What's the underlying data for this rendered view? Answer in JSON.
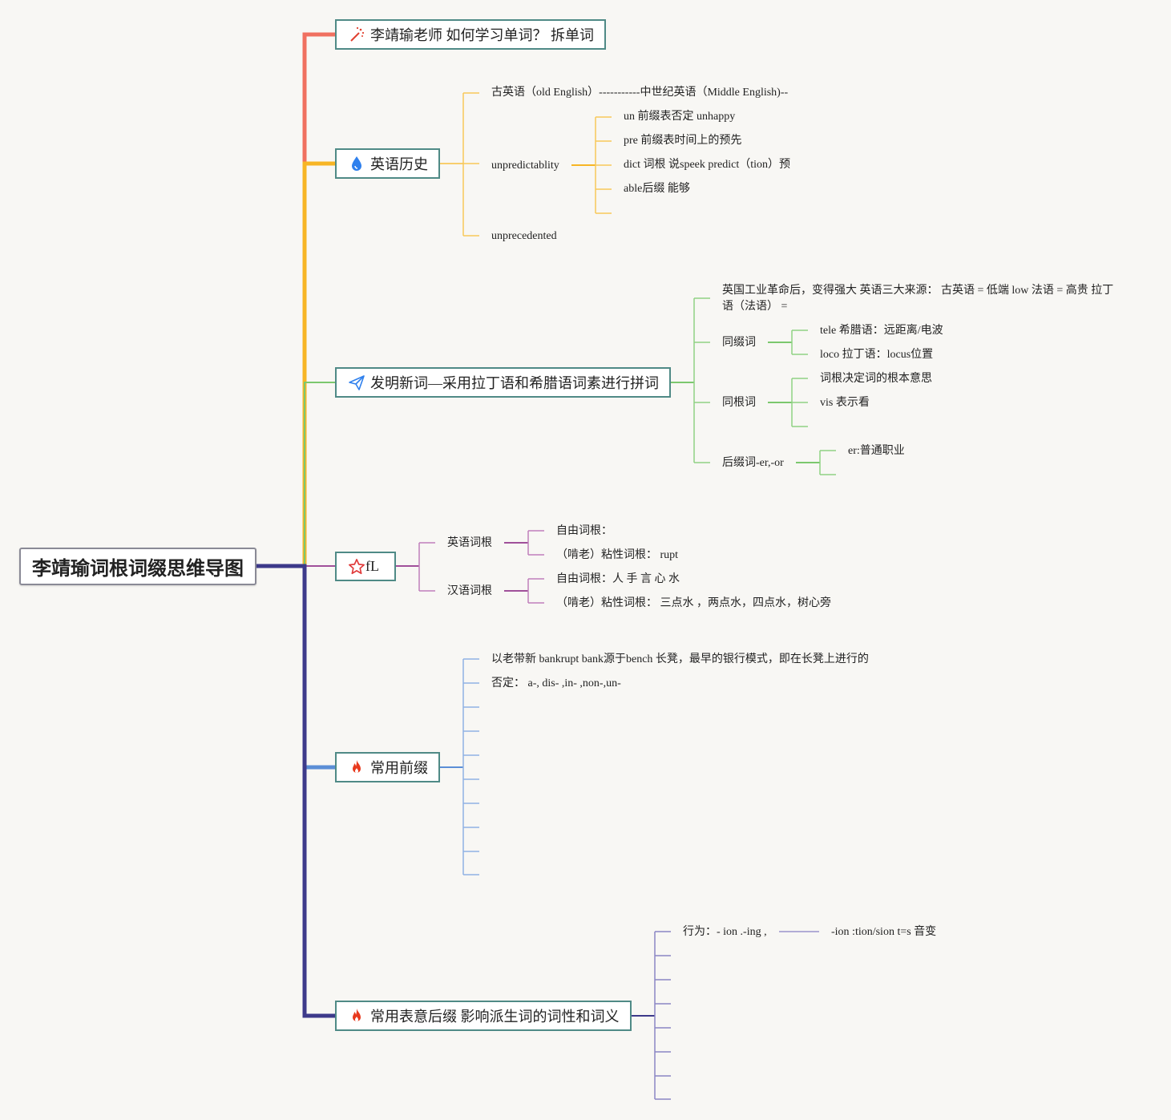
{
  "root": {
    "label": "李靖瑜词根词缀思维导图"
  },
  "branches": [
    {
      "label": "李靖瑜老师 如何学习单词？ 拆单词",
      "icon": "magic-wand-icon",
      "color": "#f07060"
    },
    {
      "label": "英语历史",
      "icon": "water-drop-icon",
      "color": "#f7b525",
      "children": [
        "古英语（old English）-----------中世纪英语（Middle English)--",
        "unpredictablity",
        "unprecedented"
      ],
      "grandchildren": [
        "un 前缀表否定 unhappy",
        "pre 前缀表时间上的预先",
        "dict 词根 说speek predict（tion）预",
        "able后缀 能够"
      ]
    },
    {
      "label": "发明新词—采用拉丁语和希腊语词素进行拼词",
      "icon": "paper-plane-icon",
      "color": "#7cc86e",
      "children": [
        "英国工业革命后，变得强大 英语三大来源： 古英语 = 低端 low 法语 = 高贵 拉丁语（法语） =",
        "同缀词",
        "同根词",
        "后缀词-er,-or"
      ],
      "tongzhui": [
        "tele 希腊语：远距离/电波",
        "loco 拉丁语：locus位置"
      ],
      "tonggen": [
        "词根决定词的根本意思",
        "vis 表示看"
      ],
      "houzhui": [
        "er:普通职业"
      ]
    },
    {
      "label": "fL",
      "icon": "star-icon",
      "color": "#a0509a",
      "children": [
        "英语词根",
        "汉语词根"
      ],
      "english_roots": [
        "自由词根：",
        "（啃老）粘性词根： rupt"
      ],
      "chinese_roots": [
        "自由词根：人 手 言 心 水",
        "（啃老）粘性词根： 三点水 ，两点水，四点水，树心旁"
      ]
    },
    {
      "label": "常用前缀",
      "icon": "fire-icon",
      "color": "#5b8ed6",
      "children": [
        "以老带新 bankrupt bank源于bench 长凳，最早的银行模式，即在长凳上进行的",
        "否定： a-, dis- ,in- ,non-,un-"
      ]
    },
    {
      "label": "常用表意后缀 影响派生词的词性和词义",
      "icon": "fire-icon",
      "color": "#3d3a8a",
      "children": [
        "行为：- ion .-ing ,"
      ],
      "grandchildren": [
        "-ion :tion/sion t=s 音变"
      ]
    }
  ]
}
